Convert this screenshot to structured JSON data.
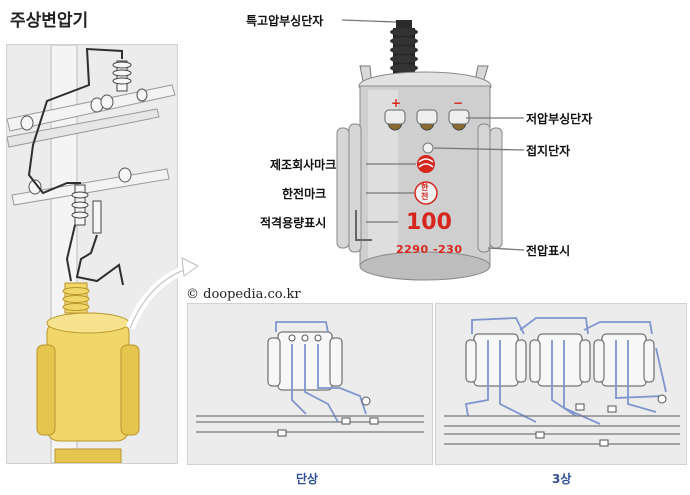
{
  "title": "주상변압기",
  "labels": {
    "high_voltage_bushing": "특고압부싱단자",
    "low_voltage_bushing": "저압부싱단자",
    "ground_terminal": "접지단자",
    "manufacturer_mark": "제조회사마크",
    "kepco_mark": "한전마크",
    "rated_capacity": "적격용량표시",
    "voltage_display": "전압표시"
  },
  "nameplate": {
    "capacity": "100",
    "voltage": "2290 -230",
    "kepco_top": "한",
    "kepco_bottom": "전",
    "plus": "+",
    "minus": "−"
  },
  "copyright": "© doopedia.co.kr",
  "captions": {
    "single_phase": "단상",
    "three_phase": "3상"
  },
  "colors": {
    "transformer_body": "#c9c9c9",
    "highlight_transformer": "#f1d668",
    "wiring": "#7e95cf",
    "mark_red": "#d7261e"
  }
}
